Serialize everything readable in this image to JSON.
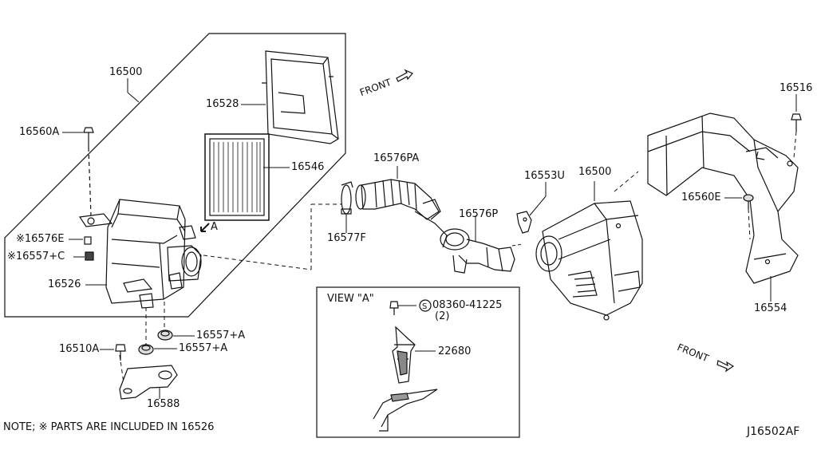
{
  "labels": {
    "p16500_left": "16500",
    "p16528": "16528",
    "p16546": "16546",
    "p16560A": "16560A",
    "p16576E": "※16576E",
    "p16557C": "※16557+C",
    "p16526": "16526",
    "arrowA": "A",
    "p16557A_1": "16557+A",
    "p16557A_2": "16557+A",
    "p16510A": "16510A",
    "p16588": "16588",
    "p16576PA": "16576PA",
    "p16577F": "16577F",
    "p16576P": "16576P",
    "p16553U": "16553U",
    "p16500_right": "16500",
    "p16516": "16516",
    "p16560E": "16560E",
    "p16554": "16554",
    "front1": "FRONT",
    "front2": "FRONT",
    "viewA": "VIEW \"A\"",
    "bolt_code": "08360-41225",
    "bolt_qty": "(2)",
    "p22680": "22680",
    "note": "NOTE; ※ PARTS ARE INCLUDED IN 16526",
    "diagram_id": "J16502AF"
  },
  "icons": {
    "circle_s": "circled-S-symbol",
    "front_arrow": "hollow-arrow-icon",
    "view_arrow": "solid-arrow-icon"
  }
}
